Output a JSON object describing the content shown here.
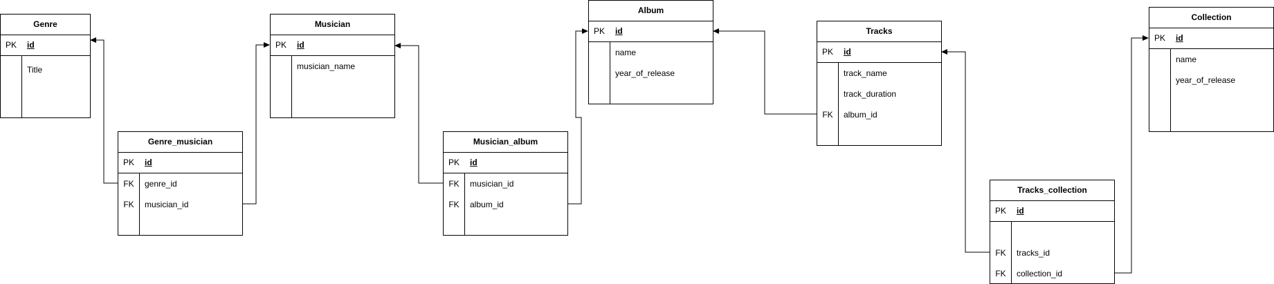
{
  "entities": {
    "genre": {
      "title": "Genre",
      "pk": {
        "key": "PK",
        "name": "id"
      },
      "fields": [
        {
          "key": "",
          "name": "Title"
        }
      ]
    },
    "musician": {
      "title": "Musician",
      "pk": {
        "key": "PK",
        "name": "id"
      },
      "fields": [
        {
          "key": "",
          "name": "musician_name"
        }
      ]
    },
    "album": {
      "title": "Album",
      "pk": {
        "key": "PK",
        "name": "id"
      },
      "fields": [
        {
          "key": "",
          "name": "name"
        },
        {
          "key": "",
          "name": "year_of_release"
        }
      ]
    },
    "tracks": {
      "title": "Tracks",
      "pk": {
        "key": "PK",
        "name": "id"
      },
      "fields": [
        {
          "key": "",
          "name": "track_name"
        },
        {
          "key": "",
          "name": "track_duration"
        },
        {
          "key": "FK",
          "name": "album_id"
        }
      ]
    },
    "collection": {
      "title": "Collection",
      "pk": {
        "key": "PK",
        "name": "id"
      },
      "fields": [
        {
          "key": "",
          "name": "name"
        },
        {
          "key": "",
          "name": "year_of_release"
        }
      ]
    },
    "genre_musician": {
      "title": "Genre_musician",
      "pk": {
        "key": "PK",
        "name": "id"
      },
      "fields": [
        {
          "key": "FK",
          "name": "genre_id"
        },
        {
          "key": "FK",
          "name": "musician_id"
        }
      ]
    },
    "musician_album": {
      "title": "Musician_album",
      "pk": {
        "key": "PK",
        "name": "id"
      },
      "fields": [
        {
          "key": "FK",
          "name": "musician_id"
        },
        {
          "key": "FK",
          "name": "album_id"
        }
      ]
    },
    "tracks_collection": {
      "title": "Tracks_collection",
      "pk": {
        "key": "PK",
        "name": "id"
      },
      "fields": [
        {
          "key": "FK",
          "name": "tracks_id"
        },
        {
          "key": "FK",
          "name": "collection_id"
        }
      ]
    }
  }
}
